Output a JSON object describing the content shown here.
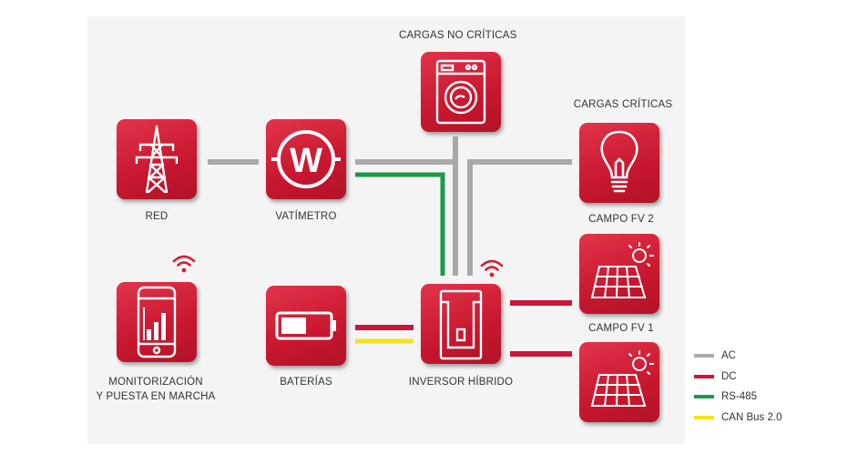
{
  "labels": {
    "no_critical_loads": "CARGAS NO CRÍTICAS",
    "critical_loads": "CARGAS CRÍTICAS",
    "grid": "RED",
    "wattmeter": "VATÍMETRO",
    "pv_field_2": "CAMPO FV 2",
    "pv_field_1": "CAMPO FV 1",
    "monitoring_line1": "MONITORIZACIÓN",
    "monitoring_line2": "Y PUESTA EN MARCHA",
    "batteries": "BATERÍAS",
    "hybrid_inverter": "INVERSOR HÍBRIDO",
    "wattmeter_symbol": "W"
  },
  "legend": [
    {
      "label": "AC",
      "color": "#a9a9a9"
    },
    {
      "label": "DC",
      "color": "#c8173a"
    },
    {
      "label": "RS-485",
      "color": "#1a9a4a"
    },
    {
      "label": "CAN Bus 2.0",
      "color": "#f2e21c"
    }
  ],
  "colors": {
    "tile_red": "#d3203a",
    "wifi_red": "#d81e3a"
  },
  "icons": {
    "grid": "power-tower-icon",
    "wattmeter": "wattmeter-icon",
    "washing_machine": "washing-machine-icon",
    "critical_loads": "light-bulb-icon",
    "solar": "solar-panel-icon",
    "monitoring": "smartphone-chart-icon",
    "batteries": "battery-icon",
    "inverter": "inverter-icon",
    "wireless": "wifi-icon"
  }
}
